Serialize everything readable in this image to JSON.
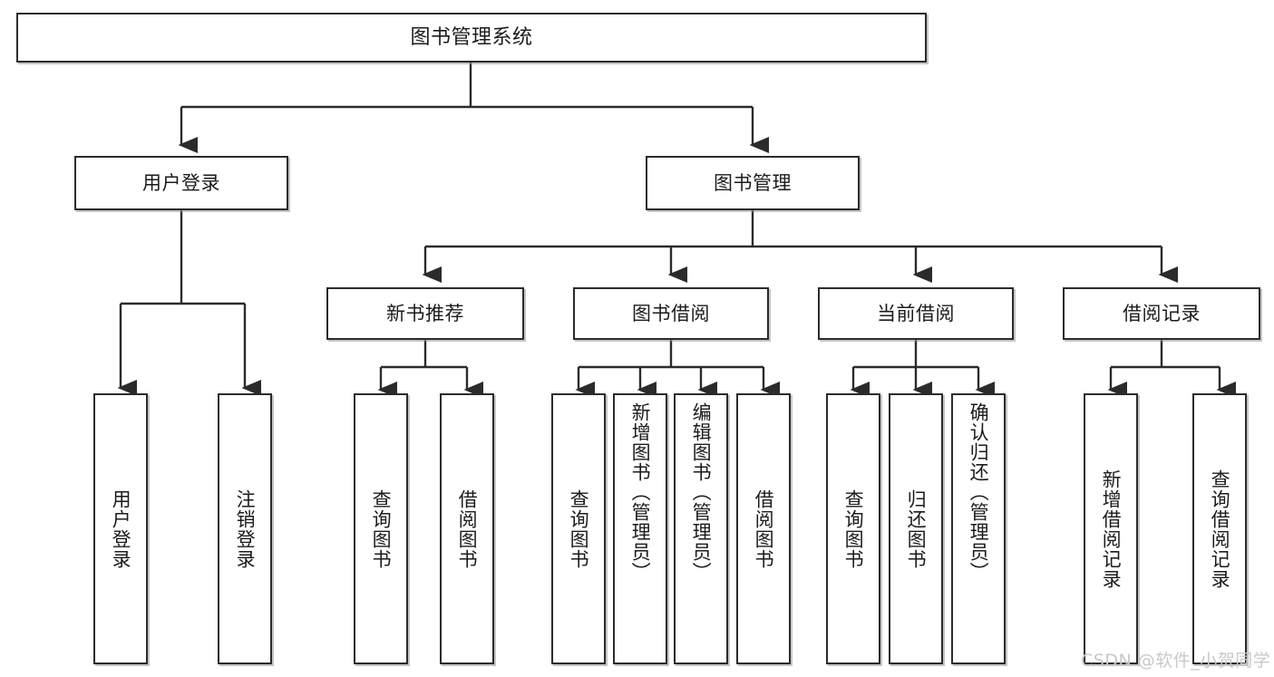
{
  "diagram": {
    "title": "图书管理系统",
    "root": {
      "label": "图书管理系统"
    },
    "level1": [
      {
        "label": "用户登录"
      },
      {
        "label": "图书管理"
      }
    ],
    "level2": [
      {
        "label": "新书推荐"
      },
      {
        "label": "图书借阅"
      },
      {
        "label": "当前借阅"
      },
      {
        "label": "借阅记录"
      }
    ],
    "leaves": {
      "user_login": [
        {
          "label": "用户登录"
        },
        {
          "label": "注销登录"
        }
      ],
      "new_book_recommend": [
        {
          "label": "查询图书"
        },
        {
          "label": "借阅图书"
        }
      ],
      "book_borrow": [
        {
          "label": "查询图书"
        },
        {
          "label": "新增图书（管理员）"
        },
        {
          "label": "编辑图书（管理员）"
        },
        {
          "label": "借阅图书"
        }
      ],
      "current_borrow": [
        {
          "label": "查询图书"
        },
        {
          "label": "归还图书"
        },
        {
          "label": "确认归还（管理员）"
        }
      ],
      "borrow_record": [
        {
          "label": "新增借阅记录"
        },
        {
          "label": "查询借阅记录"
        }
      ]
    }
  },
  "watermark": {
    "text": "CSDN @软件_小贺同学"
  },
  "colors": {
    "border": "#2b2b2b",
    "background": "#ffffff",
    "text": "#1b1b1b",
    "line": "#2b2b2b",
    "watermark": "#c9c9c9"
  }
}
